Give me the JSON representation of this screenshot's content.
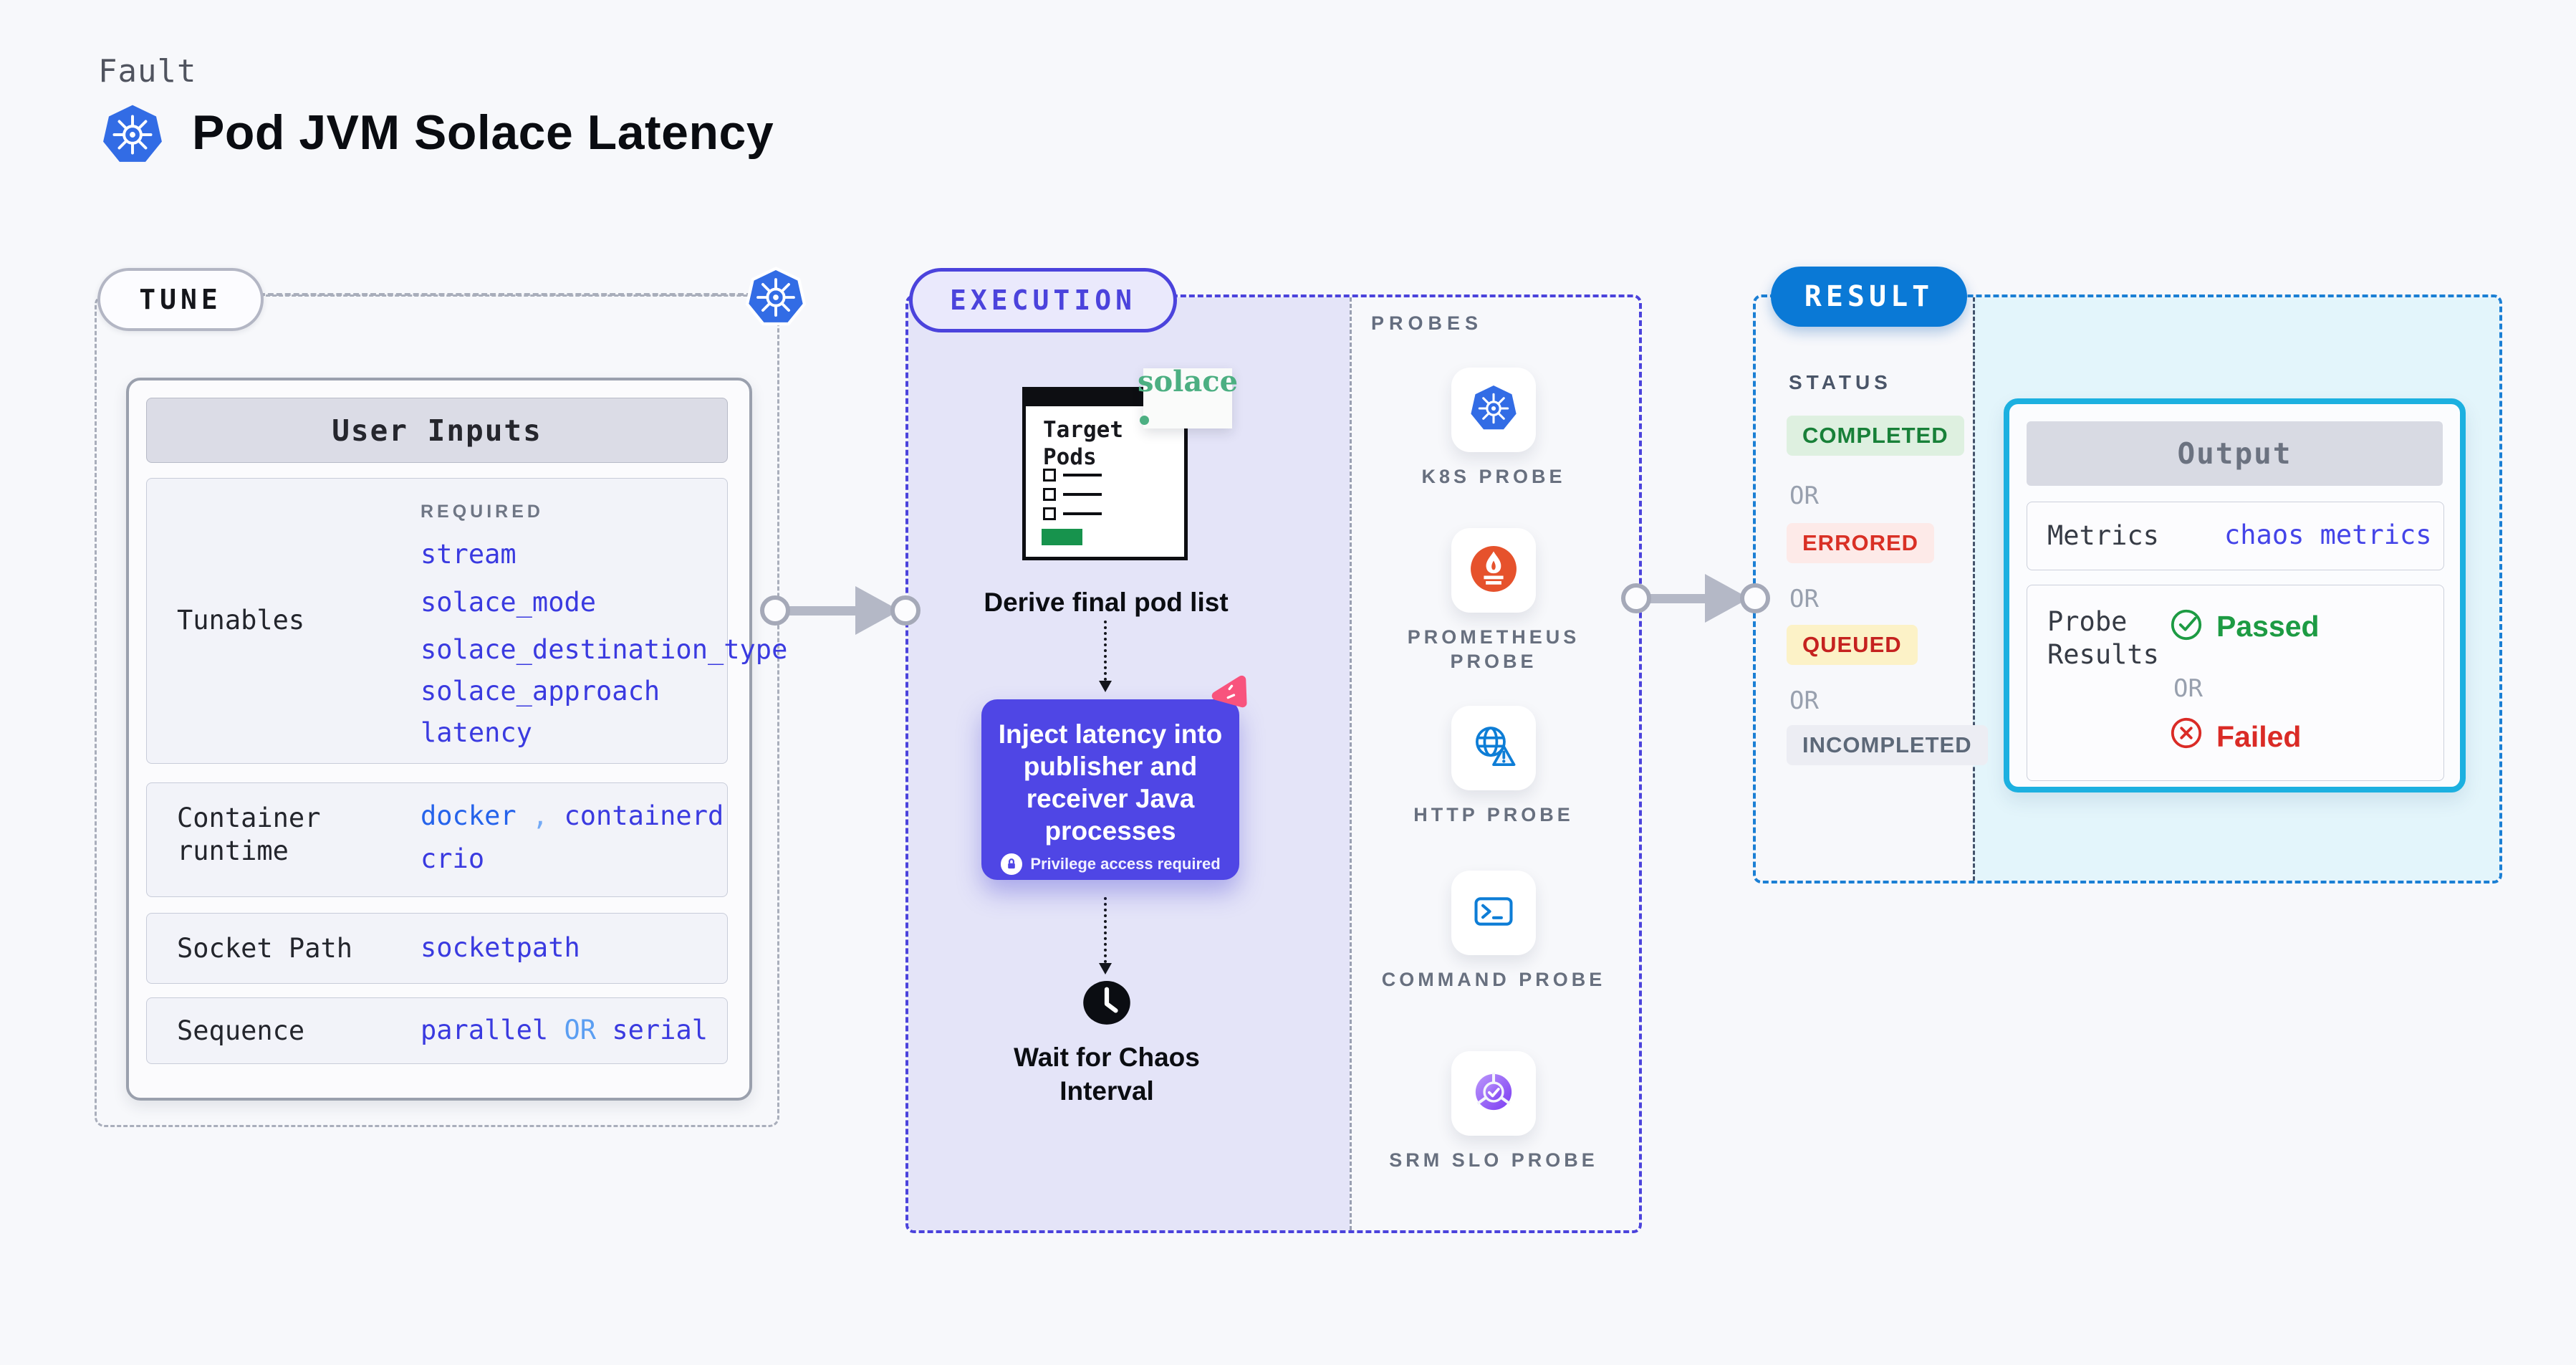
{
  "header": {
    "eyebrow": "Fault",
    "title": "Pod JVM Solace Latency"
  },
  "tune": {
    "pill": "TUNE",
    "user_inputs_title": "User Inputs",
    "required_tag": "REQUIRED",
    "tunables_label": "Tunables",
    "tunables_values": [
      "stream",
      "solace_mode",
      "solace_destination_type",
      "solace_approach",
      "latency"
    ],
    "container_runtime_label": "Container runtime",
    "container_runtime_values": {
      "v1": "docker",
      "sep": ",",
      "v2": "containerd",
      "v3": "crio"
    },
    "socket_path_label": "Socket Path",
    "socket_path_value": "socketpath",
    "sequence_label": "Sequence",
    "sequence_value": {
      "v1": "parallel",
      "or": "OR",
      "v2": "serial"
    }
  },
  "execution": {
    "pill": "EXECUTION",
    "window_title": "Target Pods",
    "solace_logo": "solace",
    "derive_step": "Derive final pod list",
    "inject_lines": [
      "Inject latency into",
      "publisher and",
      "receiver Java",
      "processes"
    ],
    "privilege_note": "Privilege access required",
    "wait_step": "Wait for Chaos Interval"
  },
  "probes": {
    "section_label": "PROBES",
    "items": [
      {
        "label": "K8S PROBE",
        "icon": "kubernetes-icon"
      },
      {
        "label": "PROMETHEUS PROBE",
        "icon": "prometheus-icon"
      },
      {
        "label": "HTTP PROBE",
        "icon": "http-globe-icon"
      },
      {
        "label": "COMMAND PROBE",
        "icon": "terminal-icon"
      },
      {
        "label": "SRM SLO PROBE",
        "icon": "srm-slo-icon"
      }
    ]
  },
  "result": {
    "pill": "RESULT",
    "status_label": "STATUS",
    "or_label": "OR",
    "statuses": [
      {
        "label": "COMPLETED",
        "state": "completed"
      },
      {
        "label": "ERRORED",
        "state": "errored"
      },
      {
        "label": "QUEUED",
        "state": "queued"
      },
      {
        "label": "INCOMPLETED",
        "state": "incompleted"
      }
    ],
    "output": {
      "title": "Output",
      "metrics_label": "Metrics",
      "metrics_value": "chaos metrics",
      "probe_results_label": "Probe Results",
      "passed_label": "Passed",
      "or_label": "OR",
      "failed_label": "Failed"
    }
  },
  "colors": {
    "indigo_accent": "#4b43dc",
    "inject_indigo": "#4f46e5",
    "result_blue": "#0a79d6",
    "output_border_cyan": "#1cb0e0",
    "kubernetes_blue": "#326ce5",
    "prometheus_orange": "#e6522c",
    "passed_green": "#1d9b43",
    "failed_red": "#da2b26",
    "value_indigo": "#3a3ae0",
    "chaos_pink": "#f8537d",
    "solace_green": "#4caf82"
  }
}
